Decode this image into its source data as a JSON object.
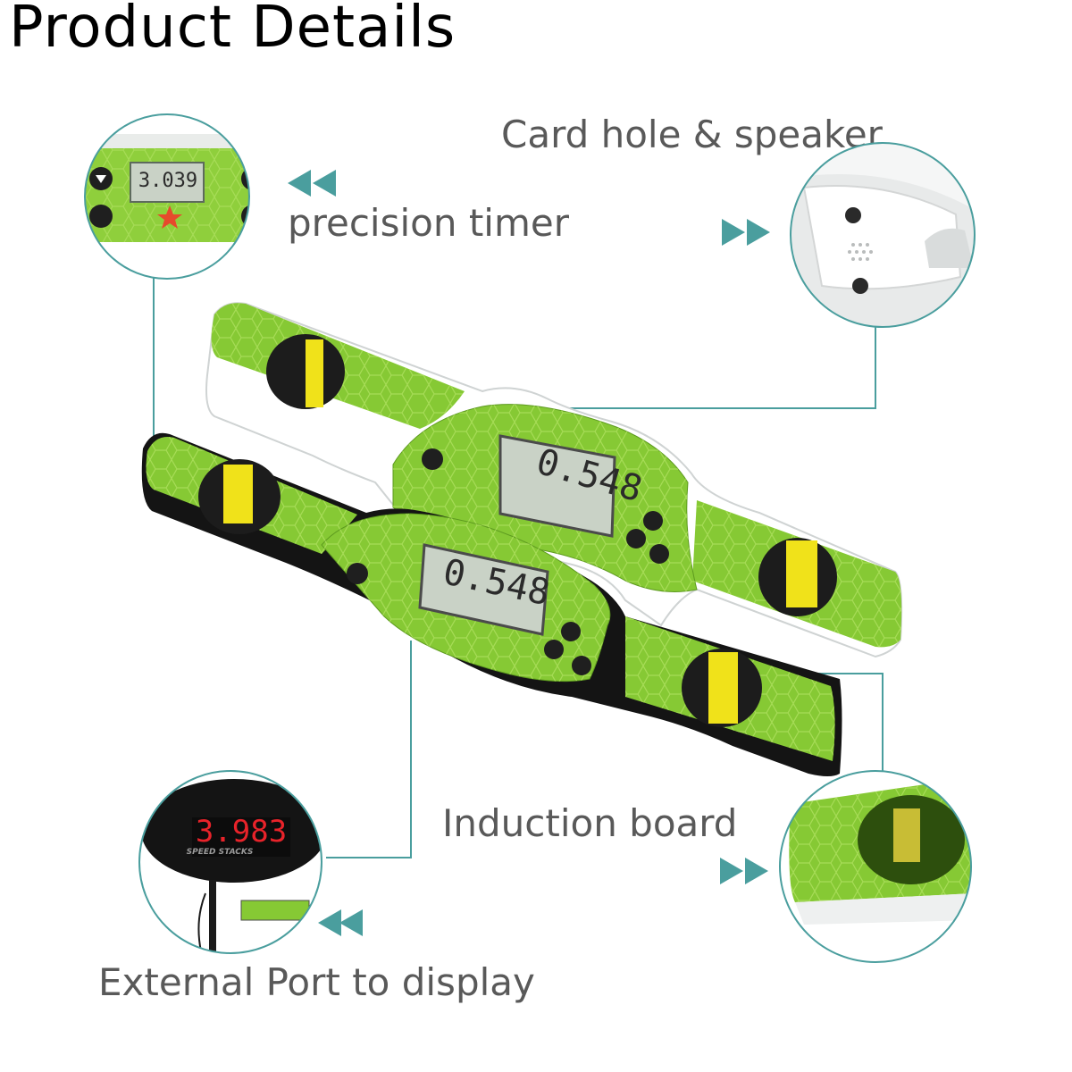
{
  "title": "Product Details",
  "callouts": {
    "card_hole_speaker": "Card hole & speaker",
    "precision_timer": "precision timer",
    "induction_board": "Induction board",
    "external_port": "External Port to display"
  },
  "readouts": {
    "mini_timer": "3.039",
    "white_timer": "0.548",
    "black_timer": "0.548",
    "external_display": "3.983",
    "display_brand": "SPEED STACKS"
  },
  "colors": {
    "accent_teal": "#4a9e9e",
    "pad_green": "#86c934",
    "pad_dark_green": "#3f7d12",
    "hand_yellow": "#f0e21a",
    "led_red": "#e8232a"
  },
  "icons": [
    "arrow-left-icon",
    "arrow-right-icon",
    "power-icon",
    "play-icon",
    "save-icon",
    "reset-icon",
    "hand-sensor-icon"
  ]
}
